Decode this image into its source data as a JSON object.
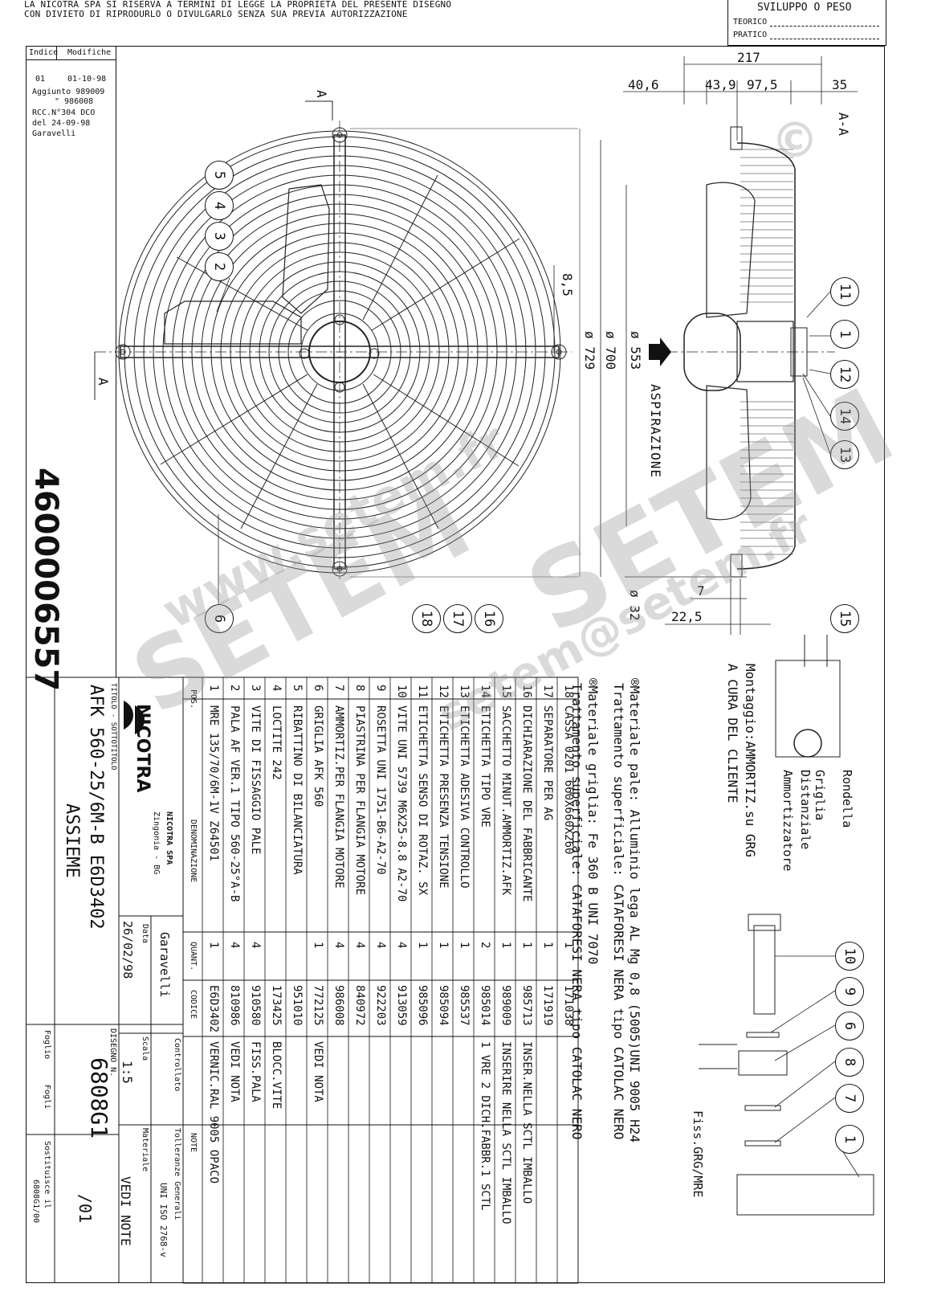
{
  "header": {
    "copyright_line1": "LA NICOTRA SPA SI RISERVA A TERMINI DI LEGGE LA PROPRIETA DEL PRESENTE DISEGNO",
    "copyright_line2": "CON DIVIETO DI RIPRODURLO O DIVULGARLO SENZA SUA PREVIA AUTORIZZAZIONE",
    "weight_box_title": "SVILUPPO O PESO",
    "weight_teorico": "TEORICO",
    "weight_pratico": "PRATICO"
  },
  "revisions": {
    "col_index": "Indice",
    "col_changes": "Modifiche",
    "index": "01",
    "date": "01-10-98",
    "lines": [
      "Aggiunto 989009",
      "\" 986008",
      "RCC.N°304 DCO",
      "del 24-09-98",
      "Garavelli"
    ]
  },
  "part_number": "4600006557",
  "dimensions": {
    "d217": "217",
    "d40_6": "40,6",
    "d43_9": "43,9",
    "d97_5": "97,5",
    "d35": "35",
    "d8_5": "8,5",
    "d729": "ø 729",
    "d700": "ø 700",
    "d553": "ø 553",
    "d7": "7",
    "d22_5": "22,5",
    "d32": "ø 32",
    "section_a": "A",
    "section_aa": "A-A",
    "aspirazione": "ASPIRAZIONE"
  },
  "callouts_front": [
    "5",
    "4",
    "3",
    "2",
    "6"
  ],
  "callouts_side": [
    "11",
    "1",
    "12",
    "14",
    "13",
    "15"
  ],
  "callouts_bottom": [
    "18",
    "17",
    "16"
  ],
  "callouts_detail": [
    "10",
    "9",
    "6",
    "8",
    "7",
    "1"
  ],
  "notes": {
    "blade_material": "®Materiale pale: Alluminio lega AL Mg 0,8 (5005)UNI 9005 H24",
    "blade_treatment": "Trattamento superficiale: CATAFORESI NERA tipo CATOLAC NERO",
    "grid_material": "®Materiale griglia: Fe 360 B UNI 7070",
    "grid_treatment": "Trattamento superficiale: CATAFORESI NERA tipo CATOLAC NERO",
    "mounting_1": "Montaggio:AMMORTIZ.su GRG",
    "mounting_2": "A CURA DEL CLIENTE",
    "detail_labels": [
      "Rondella",
      "Griglia",
      "Distanziale",
      "Ammortizzatore"
    ],
    "fiss": "Fiss.GRG/MRE"
  },
  "bom": {
    "col_pos": "POS.",
    "col_desc": "DENOMINAZIONE",
    "col_qty": "QUANT.",
    "col_code": "CODICE",
    "col_note": "NOTE",
    "rows": [
      {
        "pos": "18",
        "desc": "CASSA 0201 660X660X260",
        "qty": "1",
        "code": "171038",
        "note": ""
      },
      {
        "pos": "17",
        "desc": "SEPARATORE PER AG",
        "qty": "1",
        "code": "171919",
        "note": ""
      },
      {
        "pos": "16",
        "desc": "DICHIARAZIONE DEL FABBRICANTE",
        "qty": "1",
        "code": "985713",
        "note": "INSER.NELLA SCTL IMBALLO"
      },
      {
        "pos": "15",
        "desc": "SACCHETTO MINUT.AMMORTIZ.AFK",
        "qty": "1",
        "code": "989009",
        "note": "INSERIRE NELLA SCTL IMBALLO"
      },
      {
        "pos": "14",
        "desc": "ETICHETTA TIPO VRE",
        "qty": "2",
        "code": "985014",
        "note": "1 VRE 2 DICH.FABBR.1 SCTL"
      },
      {
        "pos": "13",
        "desc": "ETICHETTA ADESIVA CONTROLLO",
        "qty": "1",
        "code": "985537",
        "note": ""
      },
      {
        "pos": "12",
        "desc": "ETICHETTA PRESENZA TENSIONE",
        "qty": "1",
        "code": "985094",
        "note": ""
      },
      {
        "pos": "11",
        "desc": "ETICHETTA SENSO DI ROTAZ. SX",
        "qty": "1",
        "code": "985096",
        "note": ""
      },
      {
        "pos": "10",
        "desc": "VITE UNI 5739 M6X25-8.8 A2-70",
        "qty": "4",
        "code": "913059",
        "note": ""
      },
      {
        "pos": "9",
        "desc": "ROSETTA UNI 1751-B6-A2-70",
        "qty": "4",
        "code": "922203",
        "note": ""
      },
      {
        "pos": "8",
        "desc": "PIASTRINA PER FLANGIA MOTORE",
        "qty": "4",
        "code": "840972",
        "note": ""
      },
      {
        "pos": "7",
        "desc": "AMMORTIZ.PER FLANGIA MOTORE",
        "qty": "4",
        "code": "986008",
        "note": ""
      },
      {
        "pos": "6",
        "desc": "GRIGLIA AFK 560",
        "qty": "1",
        "code": "772125",
        "note": "VEDI NOTA"
      },
      {
        "pos": "5",
        "desc": "RIBATTINO DI BILANCIATURA",
        "qty": "",
        "code": "951010",
        "note": ""
      },
      {
        "pos": "4",
        "desc": "LOCTITE 242",
        "qty": "",
        "code": "173425",
        "note": "BLOCC.VITE"
      },
      {
        "pos": "3",
        "desc": "VITE DI FISSAGGIO PALE",
        "qty": "4",
        "code": "910580",
        "note": "FISS.PALA"
      },
      {
        "pos": "2",
        "desc": "PALA AF VER.1 TIPO 560-25°A-B",
        "qty": "4",
        "code": "810986",
        "note": "VEDI NOTA"
      },
      {
        "pos": "1",
        "desc": "MRE 135/70/6M-1V Z64501",
        "qty": "1",
        "code": "E6D3402",
        "note": "VERNIC.RAL 9005 OPACO"
      }
    ]
  },
  "title_block": {
    "company": "NICOTRA",
    "company_full": "NICOTRA SPA",
    "city": "Zingonia - BG",
    "title_label": "TITOLO - SOTTOTITOLO",
    "title": "AFK 560-25/6M-B E6D3402",
    "subtitle": "ASSIEME",
    "date_label": "Data",
    "date": "26/02/98",
    "drawn_by": "Garavelli",
    "controlled_label": "Controllato",
    "scale_label": "Scala",
    "scale": "1:5",
    "material_label": "Materiale",
    "material": "VEDI NOTE",
    "tolerance_label": "Tolleranze Generali",
    "tolerance": "UNI ISO 2768-v",
    "drawing_label": "DISEGNO N.",
    "drawing_number": "6808G1",
    "revision": "/01",
    "sheet_label": "Foglio",
    "sheets_label": "Fogli",
    "replaces_label": "Sostituisce il",
    "replaces": "6808G1/00"
  },
  "watermarks": [
    "SETEM",
    "www.setem.fr",
    "setem@setem.fr",
    "SETEM",
    "©"
  ]
}
